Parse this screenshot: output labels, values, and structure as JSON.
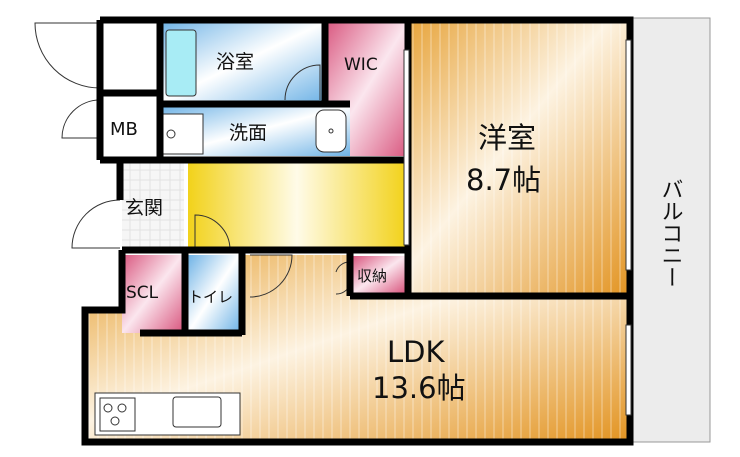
{
  "rooms": {
    "bath": "浴室",
    "wic": "WIC",
    "mb": "MB",
    "washroom": "洗面",
    "entrance": "玄関",
    "western_room": "洋室",
    "western_room_size": "8.7帖",
    "balcony": "バルコニー",
    "storage": "収納",
    "scl": "SCL",
    "toilet": "トイレ",
    "ldk": "LDK",
    "ldk_size": "13.6帖"
  },
  "colors": {
    "wall": "#000000",
    "bath": "#9fcfee",
    "closet": "#d9577f",
    "hall": "#f2d21a",
    "wood": "#e7a43b",
    "balcony": "#ececec"
  }
}
